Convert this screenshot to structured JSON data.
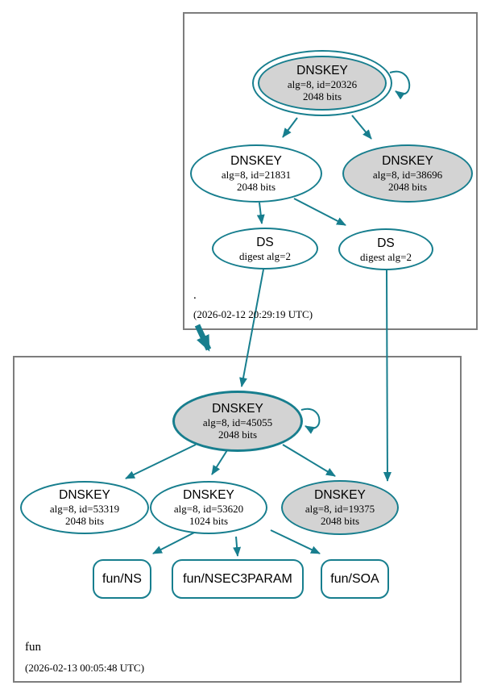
{
  "zones": {
    "root": {
      "label": ".",
      "timestamp": "(2026-02-12 20:29:19 UTC)"
    },
    "fun": {
      "label": "fun",
      "timestamp": "(2026-02-13 00:05:48 UTC)"
    }
  },
  "nodes": {
    "dnskey_20326": {
      "title": "DNSKEY",
      "detail": "alg=8, id=20326",
      "bits": "2048 bits"
    },
    "dnskey_21831": {
      "title": "DNSKEY",
      "detail": "alg=8, id=21831",
      "bits": "2048 bits"
    },
    "dnskey_38696": {
      "title": "DNSKEY",
      "detail": "alg=8, id=38696",
      "bits": "2048 bits"
    },
    "ds_left": {
      "title": "DS",
      "detail": "digest alg=2"
    },
    "ds_right": {
      "title": "DS",
      "detail": "digest alg=2"
    },
    "dnskey_45055": {
      "title": "DNSKEY",
      "detail": "alg=8, id=45055",
      "bits": "2048 bits"
    },
    "dnskey_53319": {
      "title": "DNSKEY",
      "detail": "alg=8, id=53319",
      "bits": "2048 bits"
    },
    "dnskey_53620": {
      "title": "DNSKEY",
      "detail": "alg=8, id=53620",
      "bits": "1024 bits"
    },
    "dnskey_19375": {
      "title": "DNSKEY",
      "detail": "alg=8, id=19375",
      "bits": "2048 bits"
    },
    "rrset_ns": {
      "label": "fun/NS"
    },
    "rrset_nsec3param": {
      "label": "fun/NSEC3PARAM"
    },
    "rrset_soa": {
      "label": "fun/SOA"
    }
  },
  "colors": {
    "edge": "#177e8e",
    "gray_fill": "#d3d3d3",
    "box_border": "#7d7d7d",
    "text": "#000000",
    "bg": "#ffffff"
  }
}
